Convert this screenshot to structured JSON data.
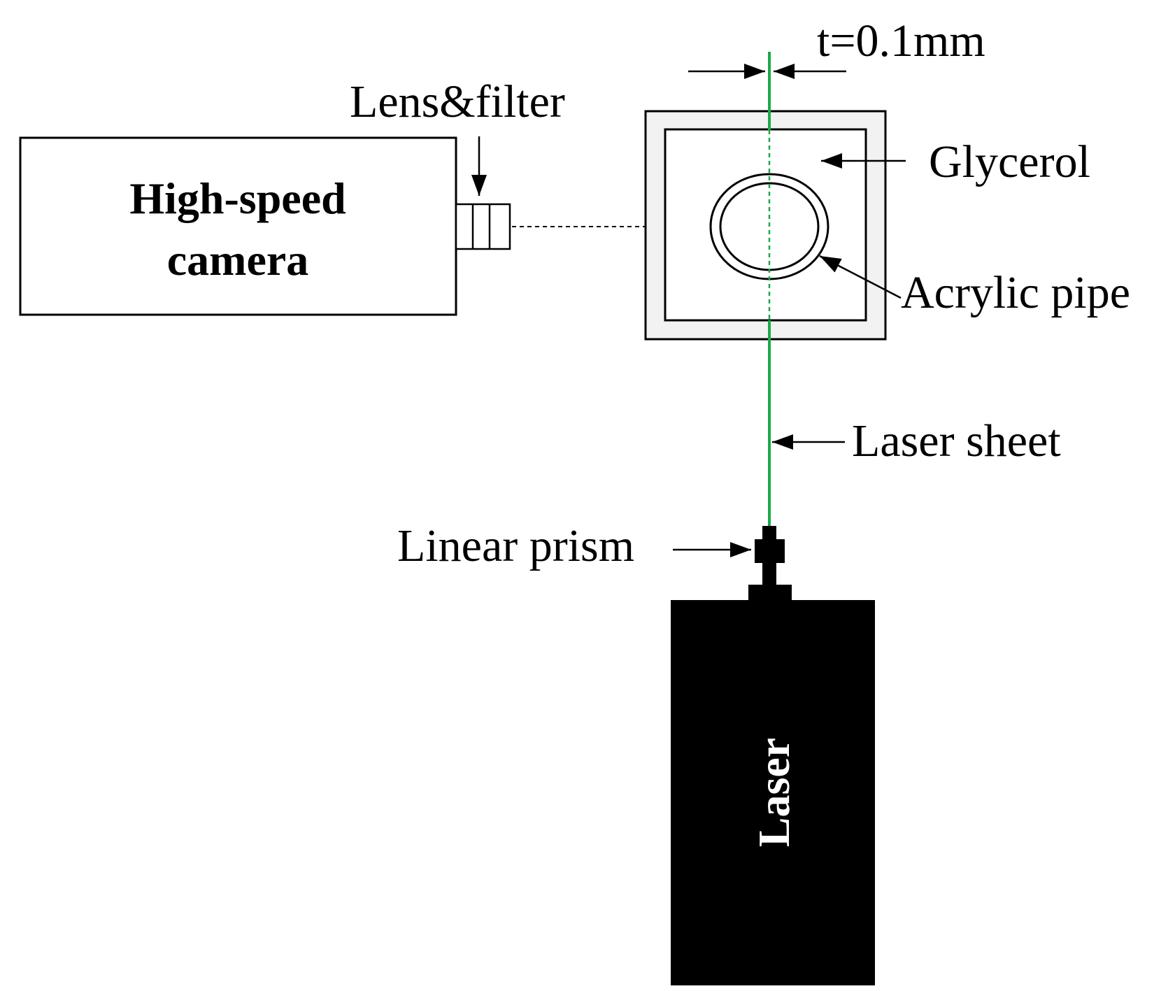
{
  "labels": {
    "thickness": "t=0.1mm",
    "lens_filter": "Lens&filter",
    "camera_line1": "High-speed",
    "camera_line2": "camera",
    "glycerol": "Glycerol",
    "acrylic_pipe": "Acrylic pipe",
    "laser_sheet": "Laser sheet",
    "linear_prism": "Linear prism",
    "laser": "Laser"
  },
  "colors": {
    "laser_beam": "#1aaa4a",
    "laser_body": "#000000",
    "tank_wall": "#f2f2f2",
    "stroke": "#000000"
  }
}
